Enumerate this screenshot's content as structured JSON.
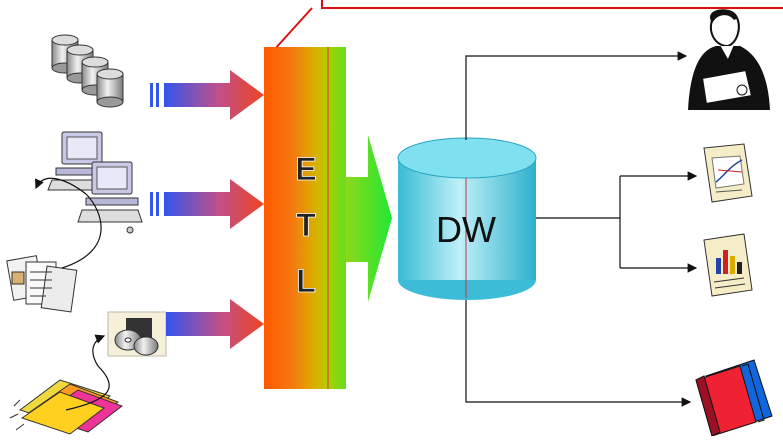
{
  "etl": {
    "letters": [
      "E",
      "T",
      "L"
    ]
  },
  "warehouse": {
    "label": "DW"
  },
  "colors": {
    "etl_top": "#ff6a10",
    "etl_bottom": "#f05a00",
    "etl_right": "#c8d400",
    "output_arrow": "#55ee22",
    "cylinder": "#5fd6e8",
    "callout_border": "#dd1111",
    "arrow_blue": "#3355ee",
    "arrow_red": "#ee4422"
  },
  "icons": {
    "sources": [
      "database-stack-icon",
      "computer-workstation-icon",
      "computer-workstation-icon",
      "paper-documents-icon",
      "disk-media-icon",
      "file-folders-icon"
    ],
    "outputs": [
      "analyst-person-icon",
      "chart-report-icon",
      "bar-chart-report-icon",
      "binders-icon"
    ]
  }
}
